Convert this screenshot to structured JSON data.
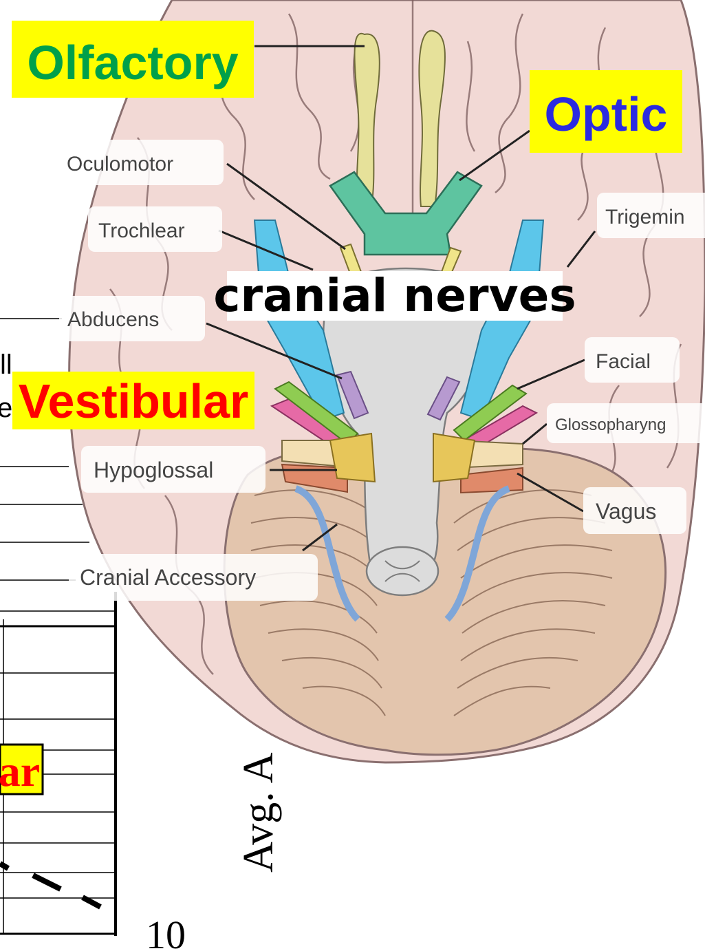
{
  "title": "cranial nerves",
  "highlighted_labels": {
    "olfactory": "Olfactory",
    "optic": "Optic",
    "vestibular": "Vestibular",
    "vestibular_fragment": "ar"
  },
  "nerve_labels": {
    "oculomotor": "Oculomotor",
    "trochlear": "Trochlear",
    "trigeminal": "Trigemin",
    "abducens": "Abducens",
    "facial": "Facial",
    "glossopharyngeal": "Glossopharyng",
    "hypoglossal": "Hypoglossal",
    "vagus": "Vagus",
    "cranial_accessory": "Cranial Accessory"
  },
  "background_chart": {
    "tick_label": "10",
    "axis_label": "Avg. A",
    "legend_fragment": "ll",
    "legend_fragment2": "e"
  },
  "colors": {
    "highlight": "#ffff00",
    "olfactory_text": "#00a04a",
    "optic_text": "#2a2ae0",
    "vestibular_text": "#ff0000",
    "brain": "#f2d9d5",
    "cerebellum": "#e3c5ad"
  }
}
